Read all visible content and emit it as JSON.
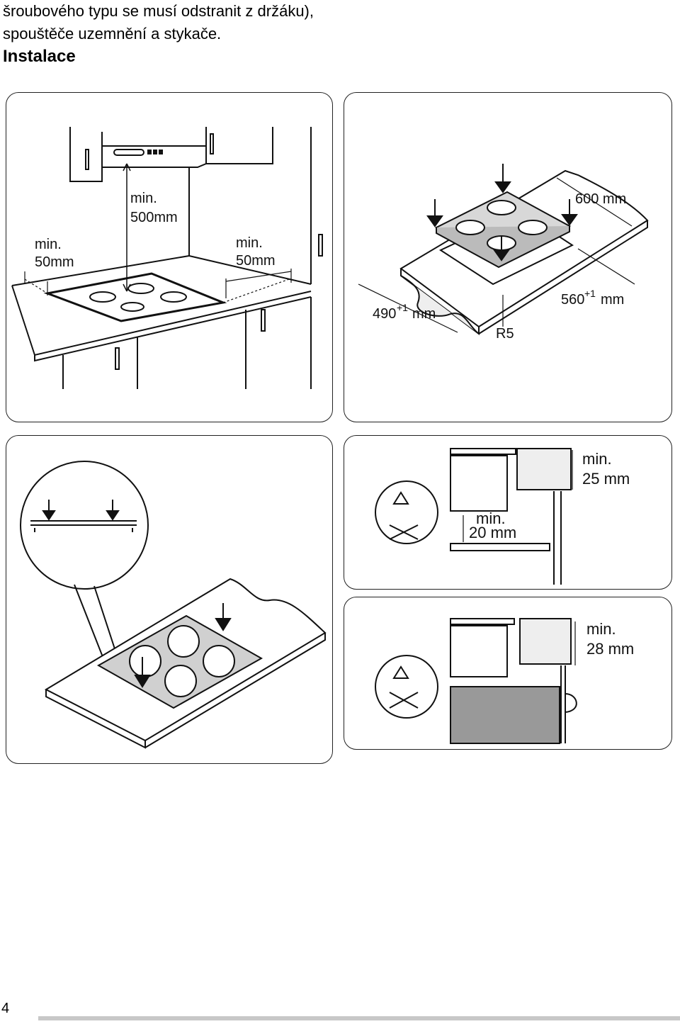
{
  "intro_lines": [
    "šroubového typu se musí odstranit z držáku),",
    "spouštěče uzemnění a stykače."
  ],
  "section_title": "Instalace",
  "fig1": {
    "label_top": [
      "min.",
      "500mm"
    ],
    "label_left": [
      "min.",
      "50mm"
    ],
    "label_right": [
      "min.",
      "50mm"
    ]
  },
  "fig2": {
    "width": "600 mm",
    "cut_width": "560",
    "cut_width_tol": "+1",
    "cut_depth": "490",
    "cut_depth_tol": "+1",
    "unit": "mm",
    "radius": "R5"
  },
  "fig4": {
    "label_a": [
      "min.",
      "25 mm"
    ],
    "label_b": [
      "min.",
      "20 mm"
    ]
  },
  "fig5": {
    "label": [
      "min.",
      "28 mm"
    ]
  },
  "page_number": "4"
}
